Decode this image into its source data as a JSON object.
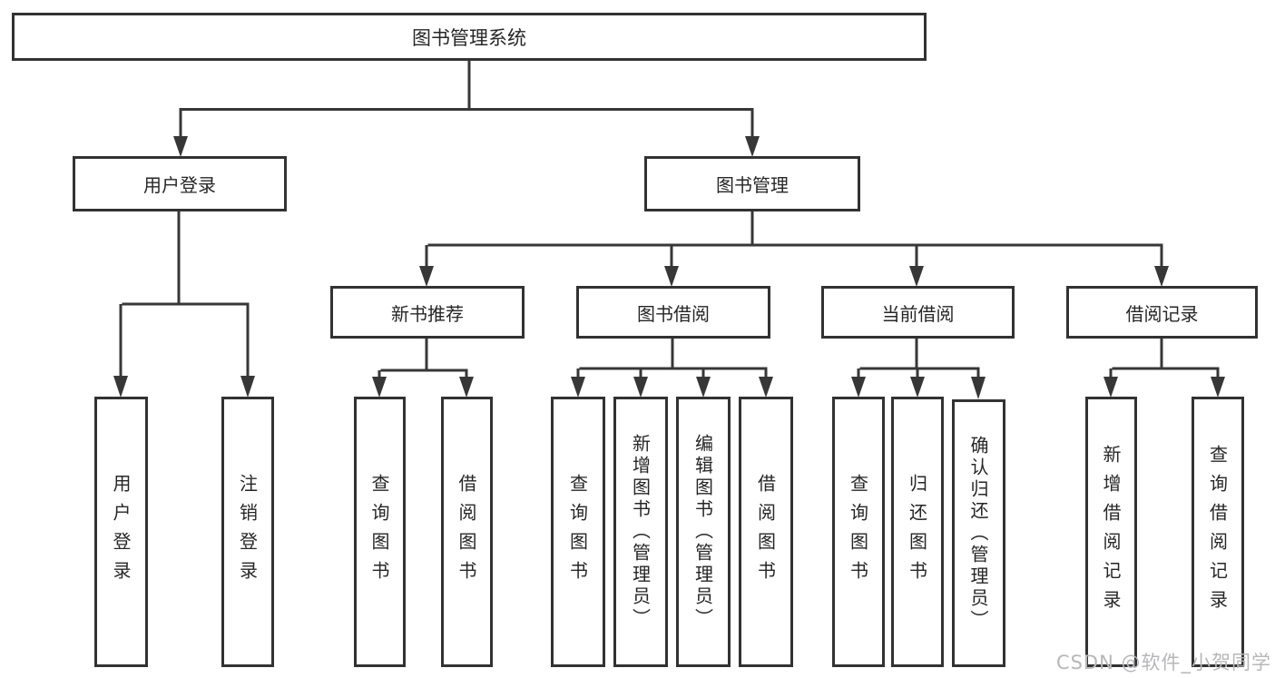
{
  "diagram": {
    "type": "tree",
    "tree": {
      "root": {
        "label": "图书管理系统"
      },
      "branches": [
        {
          "label": "用户登录",
          "children": [
            {
              "label": "用户登录"
            },
            {
              "label": "注销登录"
            }
          ]
        },
        {
          "label": "图书管理",
          "children": [
            {
              "label": "新书推荐",
              "children": [
                {
                  "label": "查询图书"
                },
                {
                  "label": "借阅图书"
                }
              ]
            },
            {
              "label": "图书借阅",
              "children": [
                {
                  "label": "查询图书"
                },
                {
                  "label": "新增图书（管理员）"
                },
                {
                  "label": "编辑图书（管理员）"
                },
                {
                  "label": "借阅图书"
                }
              ]
            },
            {
              "label": "当前借阅",
              "children": [
                {
                  "label": "查询图书"
                },
                {
                  "label": "归还图书"
                },
                {
                  "label": "确认归还（管理员）"
                }
              ]
            },
            {
              "label": "借阅记录",
              "children": [
                {
                  "label": "新增借阅记录"
                },
                {
                  "label": "查询借阅记录"
                }
              ]
            }
          ]
        }
      ]
    },
    "colors": {
      "line": "#373737",
      "box_border": "#323232",
      "text": "#262626",
      "background": "#ffffff",
      "watermark": "#b7b7ba"
    }
  },
  "watermark": {
    "text": "CSDN @软件_小贺同学"
  }
}
